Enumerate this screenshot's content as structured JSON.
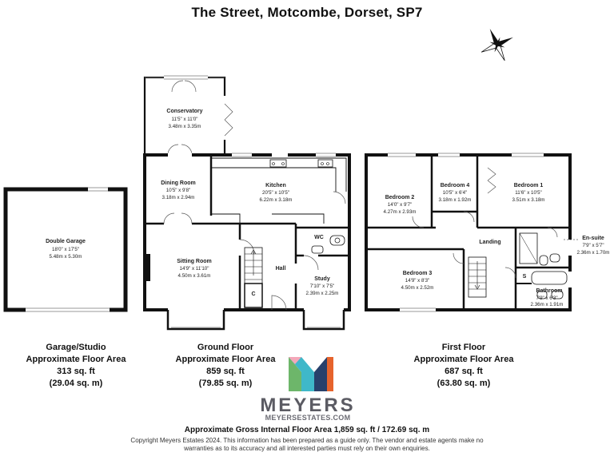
{
  "title": "The Street, Motcombe, Dorset, SP7",
  "rooms": {
    "garage": {
      "name": "Double Garage",
      "imperial": "18'0\" x 17'5\"",
      "metric": "5.48m x 5.30m"
    },
    "conservatory": {
      "name": "Conservatory",
      "imperial": "11'5\" x 11'0\"",
      "metric": "3.48m x 3.35m"
    },
    "dining": {
      "name": "Dining Room",
      "imperial": "10'5\" x 9'8\"",
      "metric": "3.18m x 2.94m"
    },
    "kitchen": {
      "name": "Kitchen",
      "imperial": "20'5\" x 10'5\"",
      "metric": "6.22m x 3.18m"
    },
    "wc": {
      "name": "WC"
    },
    "sitting": {
      "name": "Sitting Room",
      "imperial": "14'9\" x 11'10\"",
      "metric": "4.50m x 3.61m"
    },
    "hall": {
      "name": "Hall"
    },
    "cupboard": {
      "name": "C"
    },
    "study": {
      "name": "Study",
      "imperial": "7'10\" x 7'5\"",
      "metric": "2.39m x 2.25m"
    },
    "bed2": {
      "name": "Bedroom 2",
      "imperial": "14'0\" x 9'7\"",
      "metric": "4.27m x 2.93m"
    },
    "bed4": {
      "name": "Bedroom 4",
      "imperial": "10'5\" x 6'4\"",
      "metric": "3.18m x 1.92m"
    },
    "bed1": {
      "name": "Bedroom 1",
      "imperial": "11'6\" x 10'5\"",
      "metric": "3.51m x 3.18m"
    },
    "landing": {
      "name": "Landing"
    },
    "ensuite": {
      "name": "En-suite",
      "imperial": "7'9\" x 5'7\"",
      "metric": "2.36m x 1.70m"
    },
    "bed3": {
      "name": "Bedroom 3",
      "imperial": "14'9\" x 8'3\"",
      "metric": "4.50m x 2.52m"
    },
    "storage": {
      "name": "S"
    },
    "bathroom": {
      "name": "Bathroom",
      "imperial": "7'9\" x 6'3\"",
      "metric": "2.36m x 1.91m"
    }
  },
  "floors": {
    "garage": {
      "line1": "Garage/Studio",
      "line2": "Approximate Floor Area",
      "sqft": "313 sq. ft",
      "sqm": "(29.04 sq. m)"
    },
    "ground": {
      "line1": "Ground Floor",
      "line2": "Approximate Floor Area",
      "sqft": "859 sq. ft",
      "sqm": "(79.85 sq. m)"
    },
    "first": {
      "line1": "First Floor",
      "line2": "Approximate Floor Area",
      "sqft": "687 sq. ft",
      "sqm": "(63.80 sq. m)"
    }
  },
  "brand": {
    "word": "MEYERS",
    "url": "MEYERSESTATES.COM",
    "colors": {
      "pink": "#f4a7b9",
      "teal": "#3fb8c9",
      "green": "#6db66a",
      "navy": "#28406b",
      "grey": "#5b5b63"
    }
  },
  "gross_area": "Approximate Gross Internal Floor Area 1,859 sq. ft / 172.69 sq. m",
  "copyright": "Copyright Meyers Estates 2024. This information has been prepared as a guide only. The vendor and estate agents make no warranties as to its accuracy and all interested parties must rely on their own enquiries."
}
